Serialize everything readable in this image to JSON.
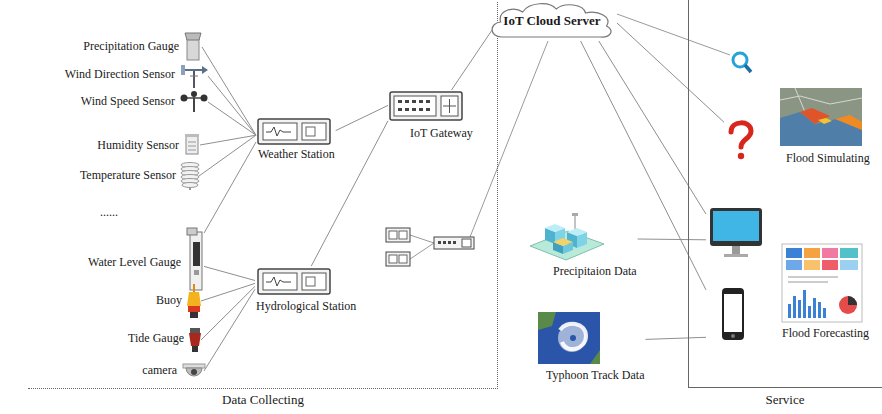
{
  "diagram": {
    "nodes": [
      {
        "text": [
          "Data Collecting"
        ]
      },
      {
        "text": [
          "Precipitation Gauge"
        ],
        "in": 0
      },
      {
        "text": [
          "Wind Direction Sensor"
        ],
        "in": 0
      },
      {
        "text": [
          "Wind Speed Sensor"
        ],
        "in": 0
      },
      {
        "text": [
          "Humidity Sensor"
        ],
        "in": 0
      },
      {
        "text": [
          "Temperature Sensor"
        ],
        "in": 0
      },
      {
        "text": [
          "Water Level Gauge"
        ],
        "in": 0
      },
      {
        "text": [
          "Buoy"
        ],
        "in": 0
      },
      {
        "text": [
          "Tide Gauge"
        ],
        "in": 0
      },
      {
        "text": [
          "camera"
        ],
        "in": 0
      },
      {
        "text": [
          "Weather Station"
        ],
        "in": 0
      },
      {
        "text": [
          "Hydrological Station"
        ],
        "in": 0
      },
      {
        "text": [
          "IoT Gateway"
        ],
        "in": 0
      },
      {
        "text": [
          "IoT Cloud Server"
        ]
      },
      {
        "text": [
          "Precipitaion Data"
        ]
      },
      {
        "text": [
          "Typhoon Track Data"
        ]
      },
      {
        "text": [
          "Service"
        ]
      },
      {
        "text": [
          "Flood Simulating"
        ],
        "in": 16
      },
      {
        "text": [
          "Flood Forecasting"
        ],
        "in": 16
      }
    ],
    "edges": [
      {
        "from": 1,
        "to": 10,
        "arrow": "none"
      },
      {
        "from": 2,
        "to": 10,
        "arrow": "none"
      },
      {
        "from": 3,
        "to": 10,
        "arrow": "none"
      },
      {
        "from": 4,
        "to": 10,
        "arrow": "none"
      },
      {
        "from": 5,
        "to": 10,
        "arrow": "none"
      },
      {
        "from": 6,
        "to": 10,
        "arrow": "none"
      },
      {
        "from": 6,
        "to": 11,
        "arrow": "none"
      },
      {
        "from": 7,
        "to": 11,
        "arrow": "none"
      },
      {
        "from": 8,
        "to": 11,
        "arrow": "none"
      },
      {
        "from": 9,
        "to": 11,
        "arrow": "none"
      },
      {
        "from": 10,
        "to": 12,
        "arrow": "none"
      },
      {
        "from": 11,
        "to": 12,
        "arrow": "none"
      },
      {
        "from": 12,
        "to": 13,
        "arrow": "none"
      },
      {
        "from": 13,
        "to": 17,
        "arrow": "none"
      },
      {
        "from": 13,
        "to": 18,
        "arrow": "none"
      },
      {
        "from": 13,
        "to": 18,
        "arrow": "none"
      },
      {
        "from": 14,
        "to": 18,
        "arrow": "none"
      },
      {
        "from": 15,
        "to": 18,
        "arrow": "none"
      }
    ],
    "labels": [
      "......"
    ]
  }
}
